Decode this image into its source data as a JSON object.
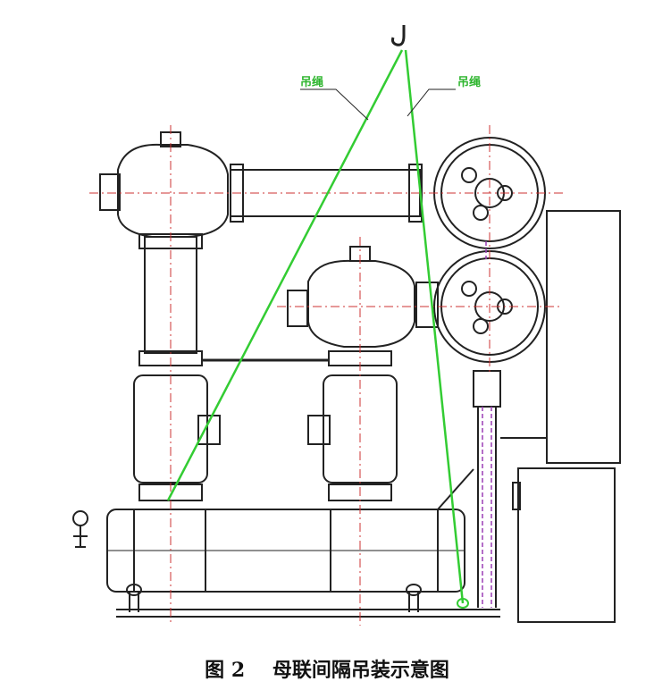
{
  "figure": {
    "caption_number": "图 2",
    "caption_text": "母联间隔吊装示意图"
  },
  "labels": {
    "sling_left": "吊绳",
    "sling_right": "吊绳"
  },
  "colors": {
    "line": "#222222",
    "sling": "#33cc33",
    "centerline": "#cc3333",
    "dashed_purple": "#9b3fb5",
    "label_green": "#2db52d"
  }
}
